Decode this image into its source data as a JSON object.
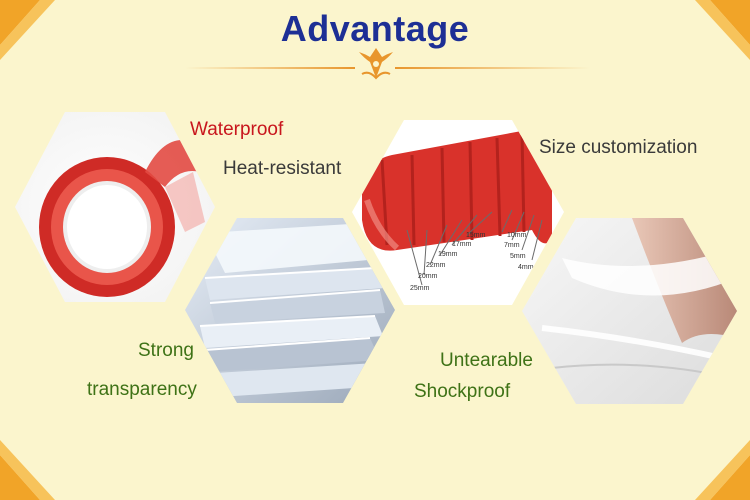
{
  "title": "Advantage",
  "labels": {
    "waterproof": "Waterproof",
    "heat_resistant": "Heat-resistant",
    "size_customization": "Size customization",
    "strong": "Strong",
    "transparency": "transparency",
    "untearable": "Untearable",
    "shockproof": "Shockproof"
  },
  "size_marks": [
    "25mm",
    "20mm",
    "22mm",
    "19mm",
    "17mm",
    "15mm",
    "10mm",
    "7mm",
    "5mm",
    "4mm"
  ],
  "colors": {
    "background": "#fbf5cd",
    "title": "#1d2f95",
    "accent": "#e8962d",
    "tape_red": "#d9322b",
    "label_green": "#3e7216",
    "label_red": "#c8161d"
  },
  "icons": [
    "corner-ribbon-icon",
    "emblem-icon"
  ]
}
